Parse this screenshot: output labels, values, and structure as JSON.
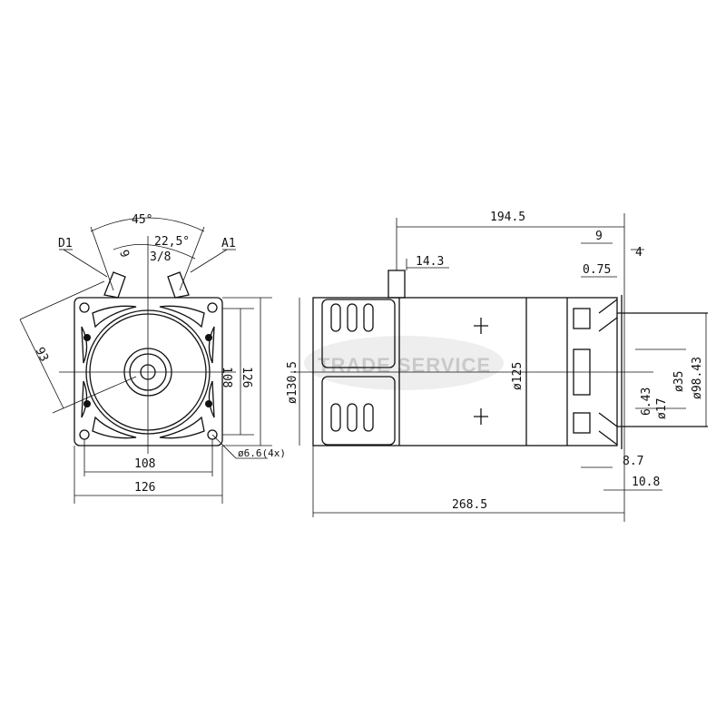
{
  "watermark": "TRADE SERVICE",
  "front_view": {
    "angle_45": "45°",
    "angle_22_5": "22,5°",
    "terminal_d1": "D1",
    "terminal_a1": "A1",
    "thread": "3/8",
    "dim_9": "9",
    "dim_93": "93",
    "height_inner": "108",
    "height_outer": "126",
    "width_inner": "108",
    "width_outer": "126",
    "hole": "ø6.6(4x)"
  },
  "side_view": {
    "length_194_5": "194.5",
    "dim_14_3": "14.3",
    "body_dia_130_5": "ø130.5",
    "body_dia_125": "ø125",
    "dim_9": "9",
    "dim_4": "4",
    "dim_0_75": "0.75",
    "dia_98_43": "ø98.43",
    "dia_35": "ø35",
    "dim_6_43": "6.43",
    "dia_17": "ø17",
    "dim_8_7": "8.7",
    "dim_10_8": "10.8",
    "total_length": "268.5"
  }
}
